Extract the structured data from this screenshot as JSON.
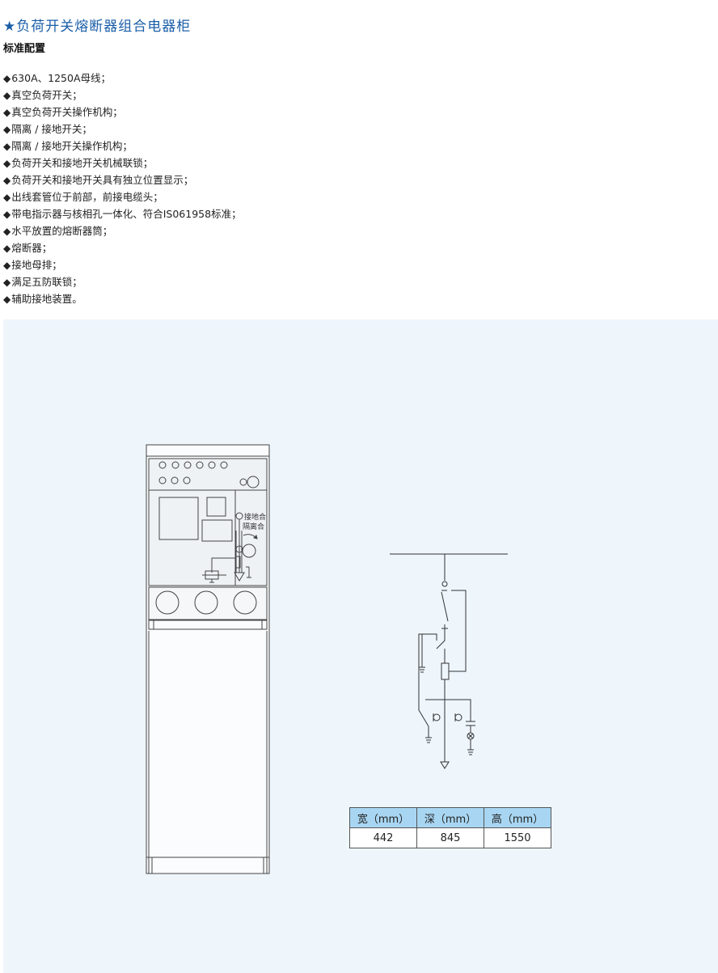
{
  "title": "★负荷开关熔断器组合电器柜",
  "subtitle": "标准配置",
  "bullet": "◆",
  "features": [
    "630A、1250A母线；",
    "真空负荷开关；",
    "真空负荷开关操作机构；",
    "隔离 / 接地开关；",
    "隔离 / 接地开关操作机构；",
    "负荷开关和接地开关机械联锁；",
    "负荷开关和接地开关具有独立位置显示；",
    "出线套管位于前部，前接电缆头；",
    "带电指示器与核相孔一体化、符合IS061958标准；",
    "水平放置的熔断器筒；",
    "熔断器；",
    "接地母排；",
    "满足五防联锁；",
    "辅助接地装置。"
  ],
  "cabinet": {
    "label_earth": "接地合",
    "label_isolate": "隔离合"
  },
  "dimensions": {
    "headers": [
      "宽（mm）",
      "深（mm）",
      "高（mm）"
    ],
    "values": [
      "442",
      "845",
      "1550"
    ]
  }
}
